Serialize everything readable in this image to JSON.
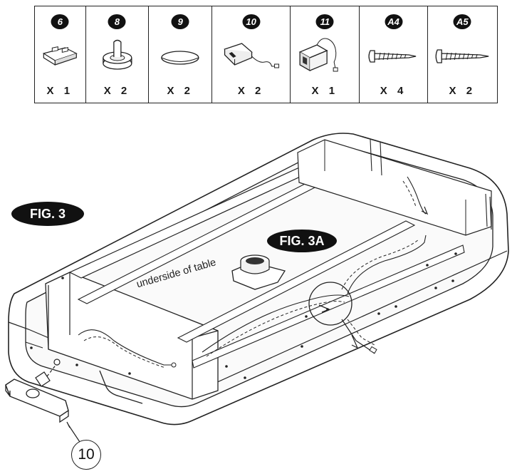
{
  "parts": [
    {
      "id": "6",
      "qty": "X 1",
      "icon": "hinge-bracket-icon"
    },
    {
      "id": "8",
      "qty": "X 2",
      "icon": "pusher-mallet-icon"
    },
    {
      "id": "9",
      "qty": "X 2",
      "icon": "puck-disc-icon"
    },
    {
      "id": "10",
      "qty": "X 2",
      "icon": "score-unit-with-cable-icon"
    },
    {
      "id": "11",
      "qty": "X 1",
      "icon": "blower-motor-icon"
    },
    {
      "id": "A4",
      "qty": "X 4",
      "icon": "screw-icon"
    },
    {
      "id": "A5",
      "qty": "X 2",
      "icon": "screw-icon"
    }
  ],
  "figure": {
    "fig_label": "FIG. 3",
    "fig_sub_label": "FIG. 3A",
    "underside_label": "underside of table",
    "callout": "10"
  }
}
